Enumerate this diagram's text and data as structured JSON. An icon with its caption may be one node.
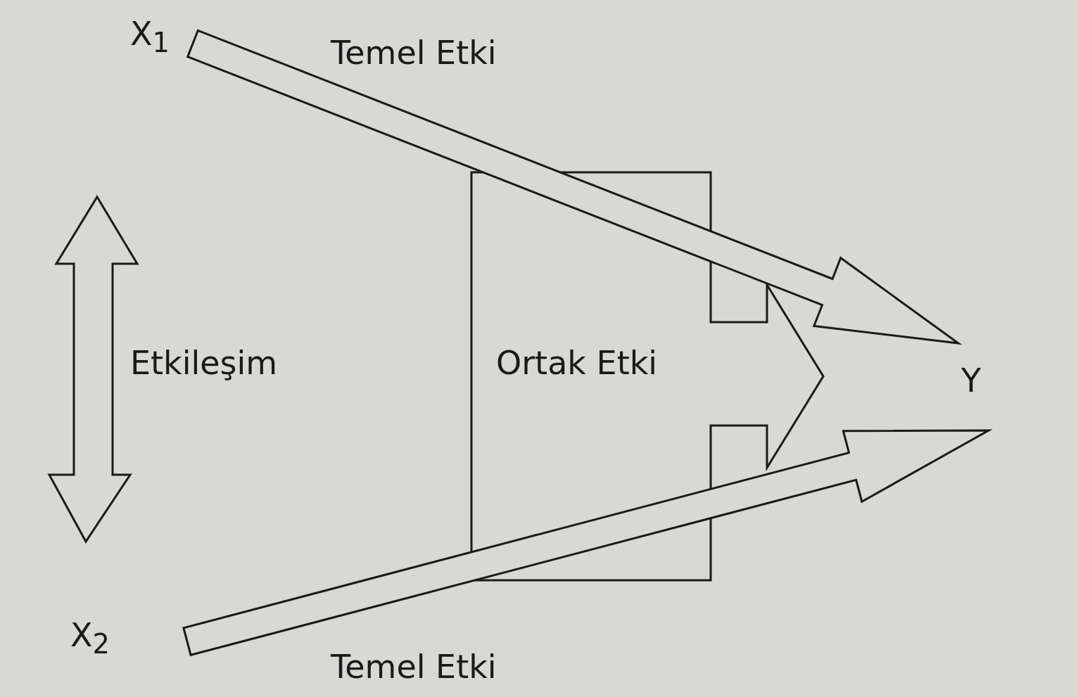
{
  "diagram": {
    "nodes": [
      {
        "text": [
          "X$_{1}$"
        ]
      },
      {
        "text": [
          "Ortak Etki"
        ]
      },
      {
        "text": [
          "Y"
        ]
      },
      {
        "text": [
          "X$_{2}$"
        ]
      }
    ],
    "edges": [
      {
        "from": 0,
        "to": 2,
        "arrow": "to",
        "label": "Temel Etki"
      },
      {
        "from": 3,
        "to": 2,
        "arrow": "to",
        "label": "Temel Etki"
      }
    ],
    "labels": [
      "Etkileşim"
    ]
  }
}
